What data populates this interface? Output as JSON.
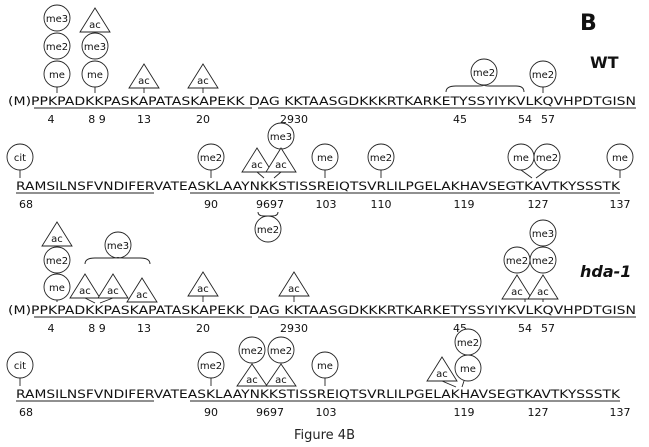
{
  "panel_label": "B",
  "caption": "Figure 4B",
  "blocks": [
    {
      "label": "WT",
      "label_italic": false,
      "lines": [
        {
          "sequence": "(M)PPKPADKKPASKAPATASKAPEKK DAG KKTAASGDKKKRTKARKETYSSYIYKVLKQVHPDTGISN",
          "numbers": [
            "4",
            "8 9",
            "13",
            "20",
            "2930",
            "45",
            "54",
            "57"
          ],
          "marks": [
            {
              "type": "circle",
              "text": "me3"
            },
            {
              "type": "circle",
              "text": "me2"
            },
            {
              "type": "circle",
              "text": "me"
            },
            {
              "type": "triangle",
              "text": "ac"
            },
            {
              "type": "circle",
              "text": "me3"
            },
            {
              "type": "circle",
              "text": "me"
            },
            {
              "type": "triangle",
              "text": "ac"
            },
            {
              "type": "triangle",
              "text": "ac"
            },
            {
              "type": "circle",
              "text": "me2"
            },
            {
              "type": "circle",
              "text": "me2"
            }
          ]
        },
        {
          "sequence": "RAMSILNSFVNDIFERVATEASKLAAYNKKSTISSREIQTSVRLILPGELAKHAVSEGTKAVTKYSSSTK",
          "numbers": [
            "68",
            "90",
            "9697",
            "103",
            "110",
            "119",
            "127",
            "137"
          ],
          "marks": [
            {
              "type": "circle",
              "text": "cit"
            },
            {
              "type": "circle",
              "text": "me2"
            },
            {
              "type": "circle",
              "text": "me3"
            },
            {
              "type": "triangle",
              "text": "ac"
            },
            {
              "type": "triangle",
              "text": "ac"
            },
            {
              "type": "circle",
              "text": "me2"
            },
            {
              "type": "circle",
              "text": "me"
            },
            {
              "type": "circle",
              "text": "me2"
            },
            {
              "type": "circle",
              "text": "me"
            },
            {
              "type": "circle",
              "text": "me2"
            },
            {
              "type": "circle",
              "text": "me"
            }
          ]
        }
      ]
    },
    {
      "label": "hda-1",
      "label_italic": true,
      "lines": [
        {
          "sequence": "(M)PPKPADKKPASKAPATASKAPEKK DAG KKTAASGDKKKRTKARKETYSSYIYKVLKQVHPDTGISN",
          "numbers": [
            "4",
            "8 9",
            "13",
            "20",
            "2930",
            "45",
            "54",
            "57"
          ],
          "marks": [
            {
              "type": "triangle",
              "text": "ac"
            },
            {
              "type": "circle",
              "text": "me2"
            },
            {
              "type": "circle",
              "text": "me"
            },
            {
              "type": "circle",
              "text": "me3"
            },
            {
              "type": "triangle",
              "text": "ac"
            },
            {
              "type": "triangle",
              "text": "ac"
            },
            {
              "type": "triangle",
              "text": "ac"
            },
            {
              "type": "triangle",
              "text": "ac"
            },
            {
              "type": "triangle",
              "text": "ac"
            },
            {
              "type": "circle",
              "text": "me2"
            },
            {
              "type": "triangle",
              "text": "ac"
            },
            {
              "type": "circle",
              "text": "me3"
            },
            {
              "type": "circle",
              "text": "me2"
            },
            {
              "type": "triangle",
              "text": "ac"
            }
          ]
        },
        {
          "sequence": "RAMSILNSFVNDIFERVATEASKLAAYNKKSTISSREIQTSVRLILPGELAKHAVSEGTKAVTKYSSSTK",
          "numbers": [
            "68",
            "90",
            "9697",
            "103",
            "119",
            "127",
            "137"
          ],
          "marks": [
            {
              "type": "circle",
              "text": "cit"
            },
            {
              "type": "circle",
              "text": "me2"
            },
            {
              "type": "circle",
              "text": "me2"
            },
            {
              "type": "triangle",
              "text": "ac"
            },
            {
              "type": "circle",
              "text": "me2"
            },
            {
              "type": "triangle",
              "text": "ac"
            },
            {
              "type": "circle",
              "text": "me"
            },
            {
              "type": "triangle",
              "text": "ac"
            },
            {
              "type": "circle",
              "text": "me2"
            },
            {
              "type": "circle",
              "text": "me"
            }
          ]
        }
      ]
    }
  ]
}
